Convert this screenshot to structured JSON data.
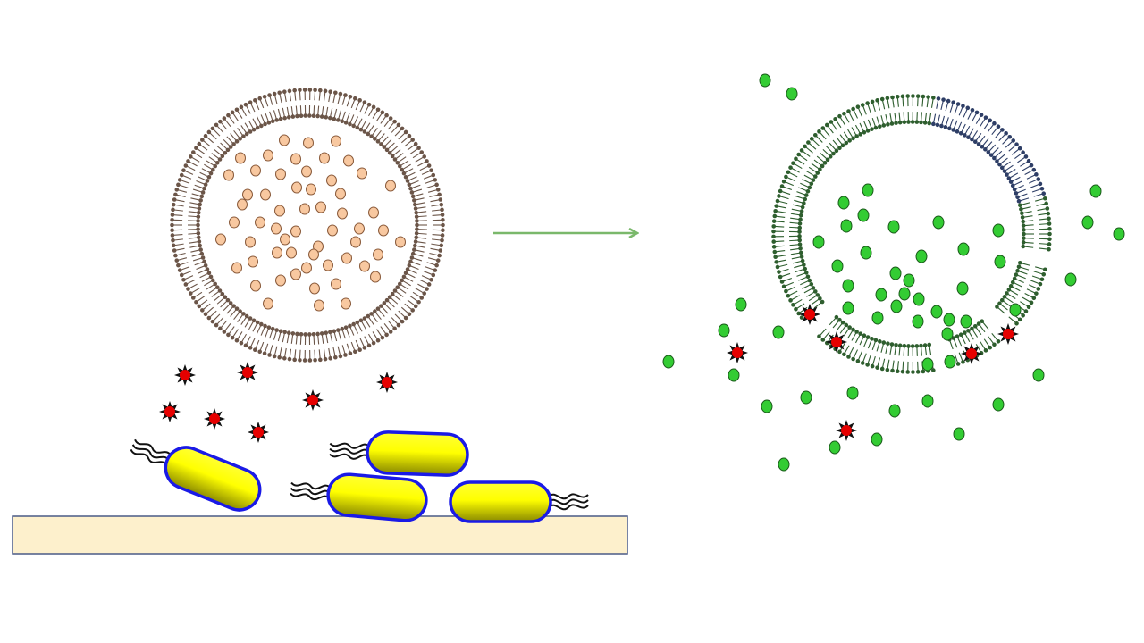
{
  "colors": {
    "background": "#ffffff",
    "surface_fill": "#fdf0cc",
    "surface_stroke": "#4a5a86",
    "bacterium_fill": "#ffff00",
    "bacterium_shadow": "#8a8a00",
    "bacterium_outline": "#1a1ae6",
    "flagellum": "#111111",
    "toxin_fill": "#e60000",
    "toxin_spike": "#111111",
    "intact_cargo_fill": "#f8c8a0",
    "intact_cargo_stroke": "#8a5a3a",
    "released_cargo_fill": "#33cc33",
    "released_cargo_stroke": "#1a5a1a",
    "membrane_intact": "#6b5548",
    "membrane_ruptured": "#2e5e2e",
    "membrane_ruptured_top": "#2e3e66",
    "arrow": "#7ab86b"
  },
  "panels": [
    {
      "id": "before",
      "state": "intact vesicle, bacteria on surface secreting toxins"
    },
    {
      "id": "after",
      "state": "vesicle ruptured by toxins, cargo released"
    }
  ],
  "icons": [
    "vesicle-membrane-icon",
    "cargo-molecule-icon",
    "toxin-icon",
    "bacterium-icon",
    "flagellum-icon",
    "arrow-icon"
  ]
}
